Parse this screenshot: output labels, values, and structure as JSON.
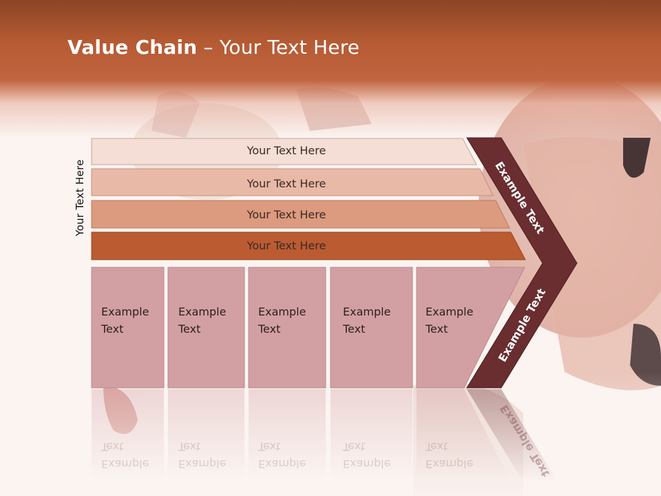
{
  "slide": {
    "title_bold": "Value Chain",
    "title_rest": " – Your Text Here",
    "side_label": "Your Text Here"
  },
  "bars": [
    {
      "label": "Your Text Here"
    },
    {
      "label": "Your Text Here"
    },
    {
      "label": "Your Text Here"
    },
    {
      "label": "Your Text Here"
    }
  ],
  "boxes": [
    {
      "line1": "Example",
      "line2": "Text"
    },
    {
      "line1": "Example",
      "line2": "Text"
    },
    {
      "line1": "Example",
      "line2": "Text"
    },
    {
      "line1": "Example",
      "line2": "Text"
    },
    {
      "line1": "Example",
      "line2": "Text"
    }
  ],
  "arrow": {
    "upper_label": "Example Text",
    "lower_label": "Example Text"
  },
  "colors": {
    "header": "#b55a33",
    "bar1": "#f4ded5",
    "bar2": "#e8b9a6",
    "bar3": "#dc9a7e",
    "bar4": "#bb5b32",
    "box_fill": "#d2a0a3",
    "arrow_fill": "#6a2d30"
  }
}
